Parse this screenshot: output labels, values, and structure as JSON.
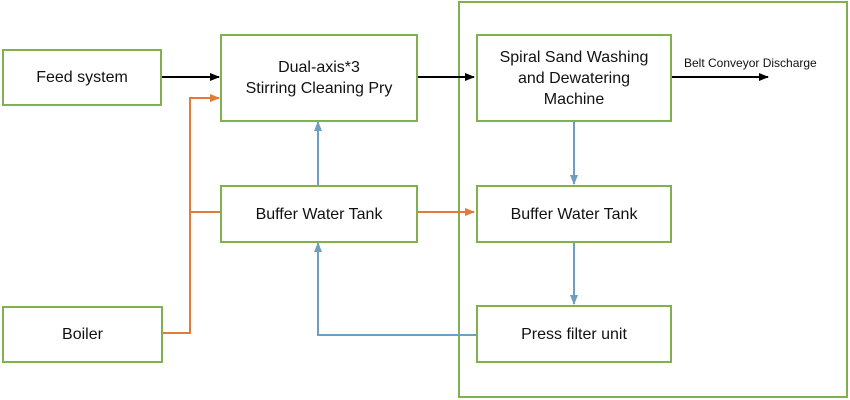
{
  "diagram": {
    "nodes": {
      "feed_system": "Feed system",
      "stirring_pry_line1": "Dual-axis*3",
      "stirring_pry_line2": "Stirring Cleaning Pry",
      "spiral_line1": "Spiral Sand Washing",
      "spiral_line2": "and Dewatering",
      "spiral_line3": "Machine",
      "buffer_tank_left": "Buffer Water Tank",
      "buffer_tank_right": "Buffer Water Tank",
      "boiler": "Boiler",
      "press_filter": "Press filter unit"
    },
    "discharge_label": "Belt Conveyor Discharge",
    "colors": {
      "box_border": "#7fb24e",
      "material_flow": "#000000",
      "steam_flow": "#e07b39",
      "water_flow": "#6e9ec0"
    }
  }
}
